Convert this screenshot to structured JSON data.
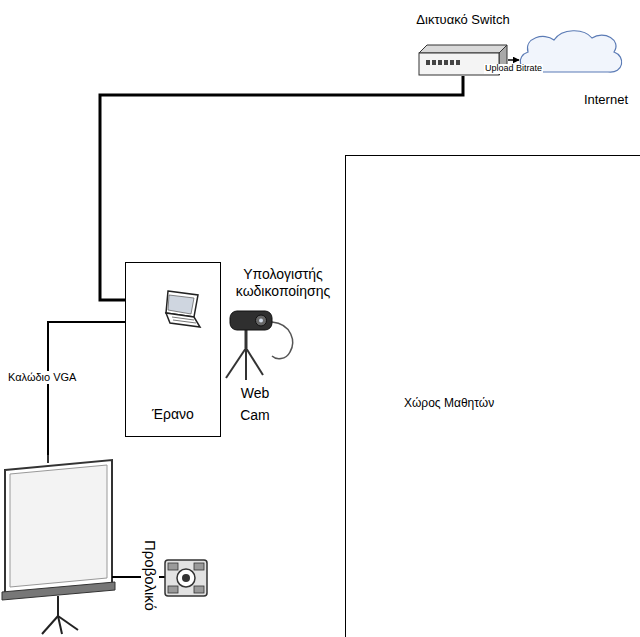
{
  "diagram": {
    "nodes": [
      {
        "text": [
          "Δικτυακό Switch"
        ]
      },
      {
        "text": [
          "Internet"
        ]
      },
      {
        "text": [
          "Έρανο"
        ]
      },
      {
        "text": [
          "Χώρος Μαθητών"
        ]
      }
    ],
    "edges": [
      {
        "from": 0,
        "to": 1,
        "arrow": "to",
        "label": "Upload Bitrate"
      },
      {
        "from": 2,
        "to": 0,
        "arrow": "none"
      }
    ],
    "labels": [
      "Υπολογιστής κωδικοποίησης",
      "Web Cam",
      "Καλώδιο VGA",
      "Προβολικό"
    ]
  }
}
